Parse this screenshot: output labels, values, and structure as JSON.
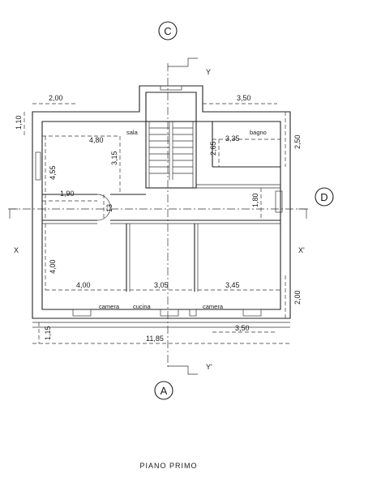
{
  "drawing": {
    "caption": "PIANO PRIMO",
    "grid_marks": {
      "top": "C",
      "bottom": "A",
      "right": "D"
    },
    "section_labels": {
      "y_top": "Y",
      "y_bottom": "Y'",
      "x_left": "X",
      "x_right": "X'"
    },
    "rooms": {
      "sala": "sala",
      "bagno": "bagno",
      "camera_left": "camera",
      "cucina": "cucina",
      "camera_right": "camera"
    },
    "dimensions": {
      "top_left_offset": "2,00",
      "top_right_offset": "3,50",
      "left_top_depth": "1,10",
      "right_top_depth": "2,50",
      "sala_width": "4,80",
      "sala_depth": "3,15",
      "left_upper_depth": "4,55",
      "stair_landing": "1,90",
      "corridor_depth": "13",
      "bagno_width": "3,35",
      "bagno_depth": "2,65",
      "right_corridor": "1,80",
      "lower_left_depth": "4,00",
      "camera_left_width": "4,00",
      "cucina_width": "3,05",
      "camera_right_width": "3,45",
      "lower_right_depth": "2,00",
      "bottom_right_offset": "3,50",
      "bottom_depth": "1,15",
      "total_width": "11,85"
    }
  }
}
